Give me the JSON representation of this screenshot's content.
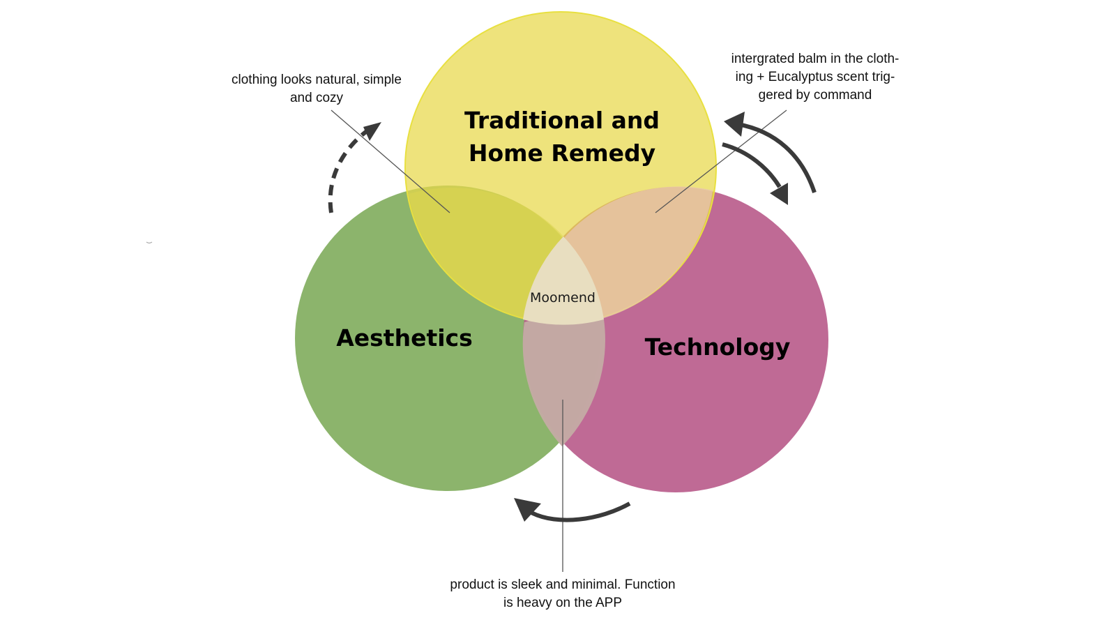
{
  "colors": {
    "traditional": "#e8d84a",
    "aesthetics": "#86b064",
    "technology": "#b85a8a",
    "arrow": "#3a3a3a",
    "leader_line": "#555555"
  },
  "circles": {
    "traditional": {
      "label_lines": [
        "Traditional and",
        "Home Remedy"
      ]
    },
    "aesthetics": {
      "label": "Aesthetics"
    },
    "technology": {
      "label": "Technology"
    }
  },
  "center": {
    "label": "Moomend"
  },
  "annotations": {
    "top_left": [
      "clothing looks natural, simple",
      "and cozy"
    ],
    "top_right": [
      "intergrated balm in the cloth-",
      "ing + Eucalyptus scent trig-",
      "gered by command"
    ],
    "bottom": [
      "product is sleek and minimal. Function",
      "is heavy on the APP"
    ]
  },
  "arrows": {
    "left": "dashed-curved-arrow-icon",
    "right_outer": "curved-arrow-icon",
    "right_inner": "curved-arrow-icon",
    "bottom": "curved-arrow-icon"
  }
}
